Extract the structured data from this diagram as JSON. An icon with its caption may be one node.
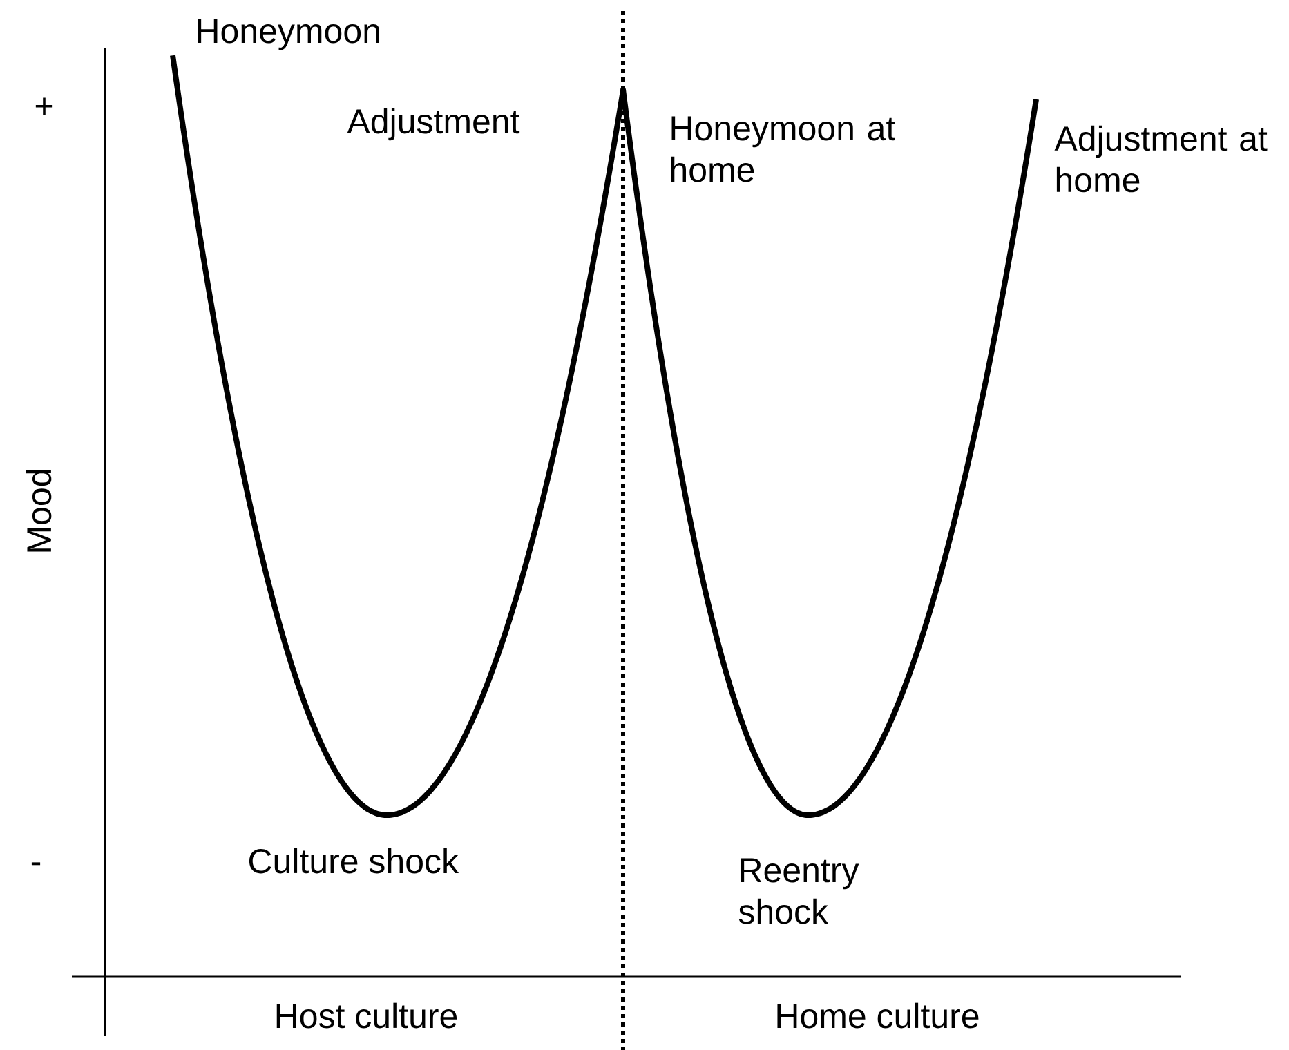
{
  "diagram": {
    "labels": [
      "Honeymoon",
      "+",
      "Adjustment",
      "Honeymoon at home",
      "Adjustment at home",
      "Mood",
      "-",
      "Culture shock",
      "Reentry shock",
      "Host culture",
      "Home culture"
    ]
  }
}
